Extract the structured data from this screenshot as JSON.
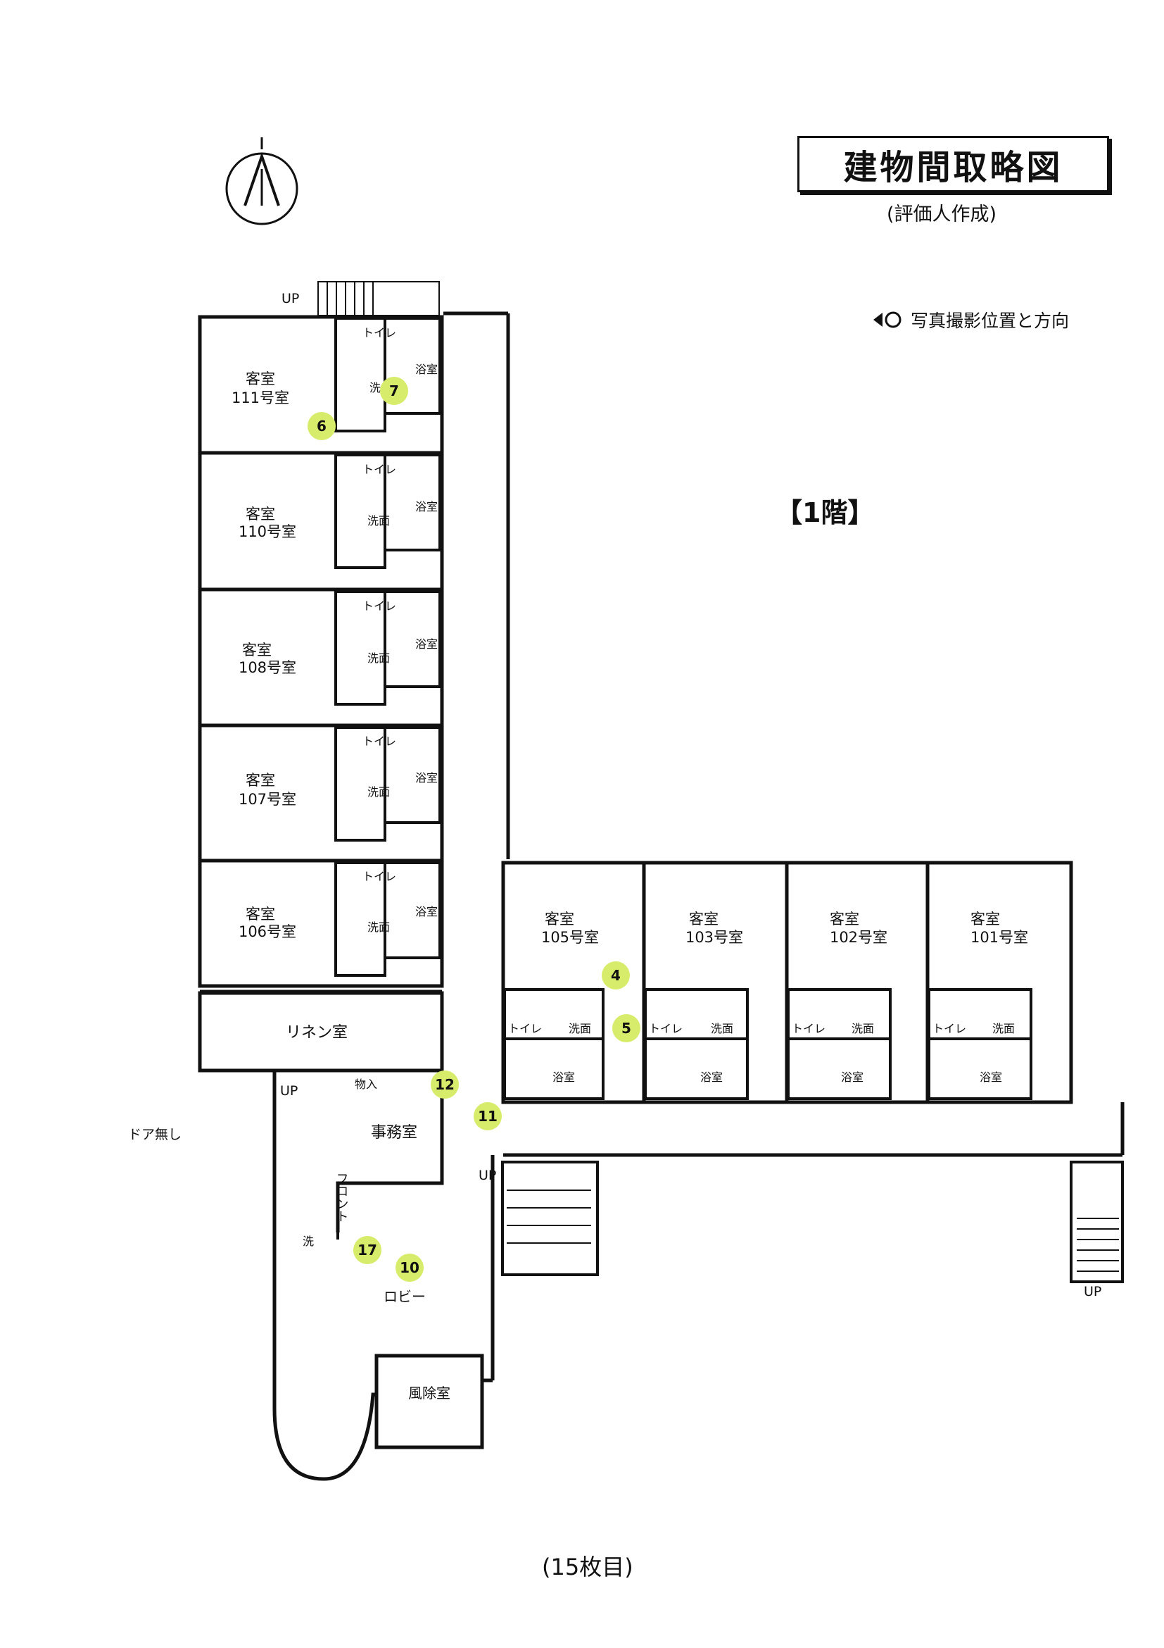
{
  "header": {
    "title": "建物間取略図",
    "subtitle": "(評価人作成)",
    "legend_text": "写真撮影位置と方向",
    "floor": "【1階】"
  },
  "footer": {
    "page": "(15枚目)"
  },
  "rooms": {
    "r111": [
      "客室",
      "111号室"
    ],
    "r110": [
      "客室",
      "110号室"
    ],
    "r108": [
      "客室",
      "108号室"
    ],
    "r107": [
      "客室",
      "107号室"
    ],
    "r106": [
      "客室",
      "106号室"
    ],
    "r105": [
      "客室",
      "105号室"
    ],
    "r103": [
      "客室",
      "103号室"
    ],
    "r102": [
      "客室",
      "102号室"
    ],
    "r101": [
      "客室",
      "101号室"
    ],
    "linen": "リネン室",
    "office": "事務室",
    "lobby": "ロビー",
    "windbreak": "風除室",
    "front": "フロント",
    "storage": "物入",
    "door_none": "ドア無し"
  },
  "fixtures": {
    "toilet": "トイレ",
    "washroom": "洗面",
    "bath": "浴室",
    "wash": "洗",
    "up": "UP"
  },
  "markers": [
    "4",
    "5",
    "6",
    "7",
    "10",
    "11",
    "12",
    "17"
  ],
  "colors": {
    "marker_fill": "#d7ec6a",
    "ink": "#111111"
  }
}
